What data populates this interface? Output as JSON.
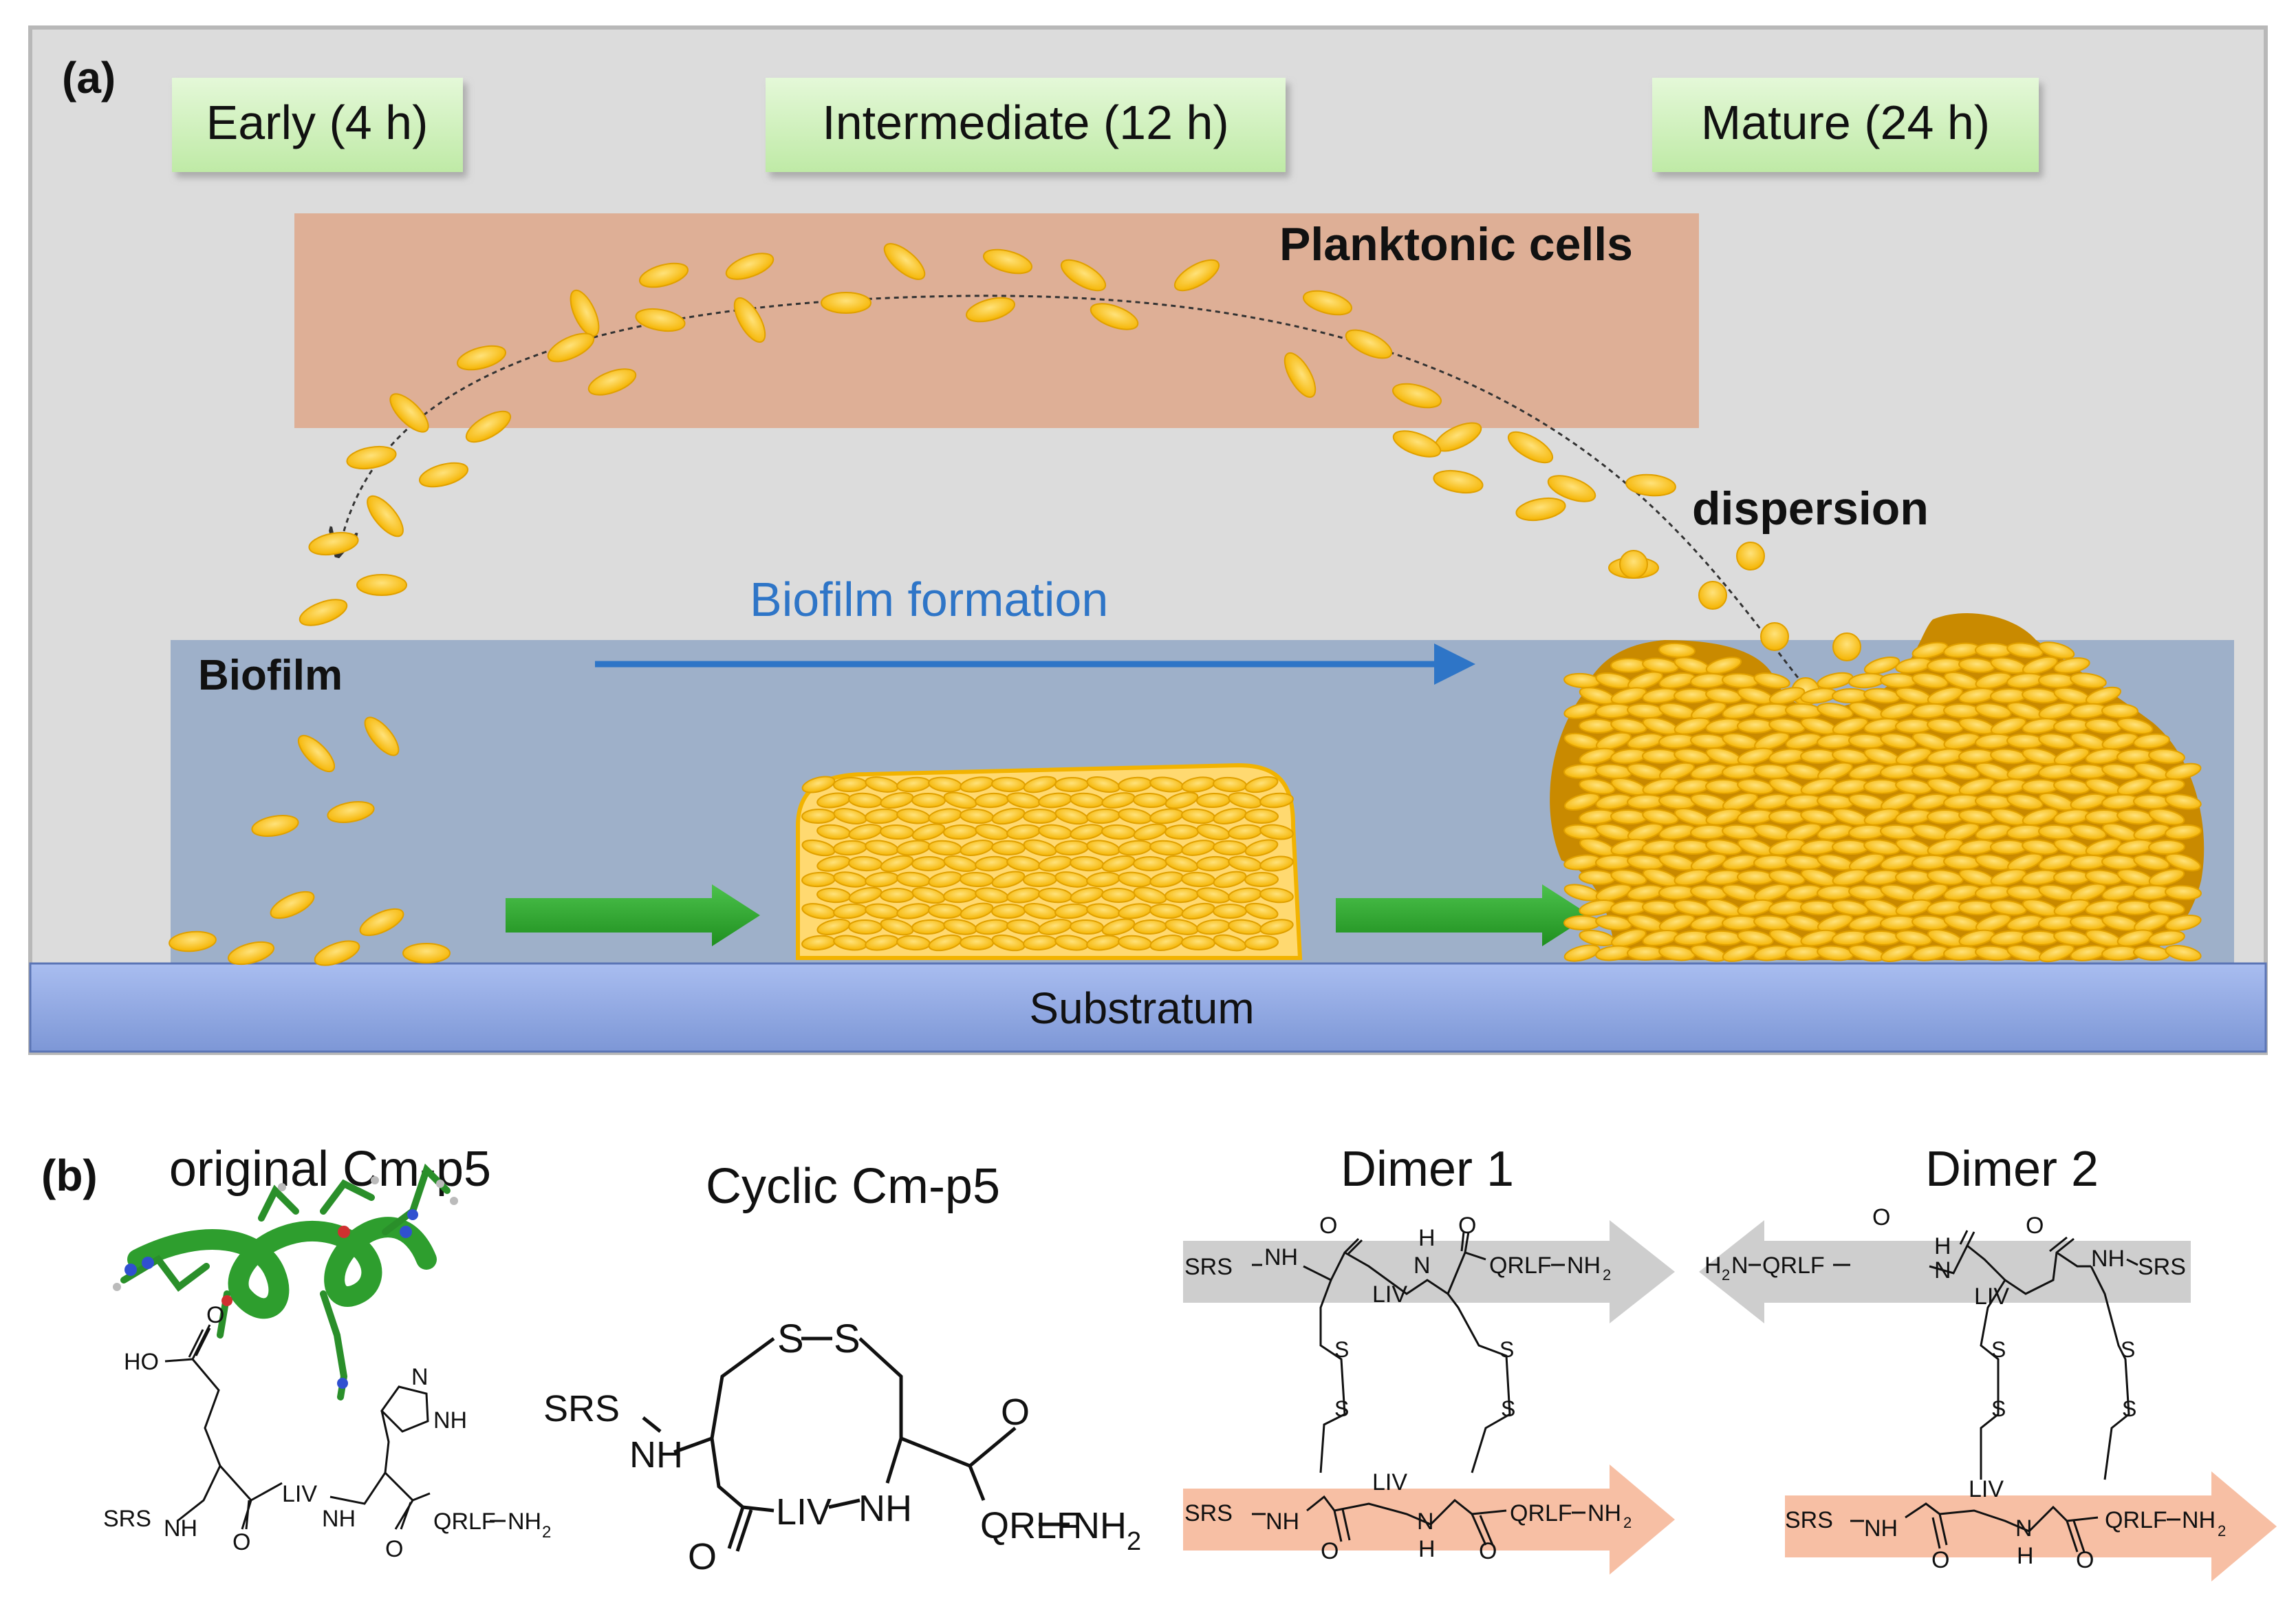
{
  "panel_a": {
    "label": "(a)",
    "stages": [
      {
        "label": "Early (4 h)"
      },
      {
        "label": "Intermediate (12 h)"
      },
      {
        "label": "Mature (24 h)"
      }
    ],
    "planktonic_label": "Planktonic cells",
    "dispersion_label": "dispersion",
    "biofilm_formation_label": "Biofilm formation",
    "biofilm_label": "Biofilm",
    "substratum_label": "Substratum",
    "colors": {
      "background": "#dcdcdc",
      "planktonic_zone": "#deaf96",
      "biofilm_zone": "#9eb0c9",
      "substratum": "#8fa8e0",
      "cell": "#ffc000",
      "matrix": "#c98a00",
      "arrow_blue": "#2e75c7",
      "arrow_green": "#2ea62e"
    }
  },
  "panel_b": {
    "label": "(b)",
    "structures": [
      {
        "title": "original Cm-p5",
        "labels": {
          "ho": "HO",
          "o_top": "O",
          "nh_imid": "NH",
          "n_imid": "N",
          "srs": "SRS",
          "nh1": "NH",
          "liv": "LIV",
          "nh2": "NH",
          "qrlf": "QRLF",
          "nh2_tail": "NH",
          "sub2": "2",
          "o1": "O",
          "o2": "O"
        }
      },
      {
        "title": "Cyclic Cm-p5",
        "labels": {
          "s1": "S",
          "s2": "S",
          "srs": "SRS",
          "nh1": "NH",
          "liv": "LIV",
          "nh2": "NH",
          "o1": "O",
          "o2": "O",
          "qrlf": "QRLF",
          "nh2_tail": "NH",
          "sub2": "2"
        }
      },
      {
        "title": "Dimer 1",
        "labels": {
          "srs_top": "SRS",
          "nh_top": "NH",
          "o_t1": "O",
          "h_t": "H",
          "n_t": "N",
          "o_t2": "O",
          "liv_top": "LIV",
          "qrlf_top": "QRLF",
          "nh_tail_top": "NH",
          "sub2_top": "2",
          "s": "S",
          "srs_bot": "SRS",
          "nh_bot": "NH",
          "liv_bot": "LIV",
          "n_b": "N",
          "h_b": "H",
          "o_b1": "O",
          "o_b2": "O",
          "qrlf_bot": "QRLF",
          "nh_tail_bot": "NH",
          "sub2_bot": "2"
        }
      },
      {
        "title": "Dimer 2",
        "labels": {
          "h2n": "H",
          "sub2_h2n": "2",
          "n_h2n": "N",
          "qrlf_top": "QRLF",
          "o_t1": "O",
          "h_t": "H",
          "n_t": "N",
          "liv_top": "LIV",
          "o_t2": "O",
          "nh_srs": "NH",
          "srs_top": "SRS",
          "s": "S",
          "srs_bot": "SRS",
          "nh_bot": "NH",
          "liv_bot": "LIV",
          "n_b": "N",
          "h_b": "H",
          "o_b1": "O",
          "o_b2": "O",
          "qrlf_bot": "QRLF",
          "nh_tail_bot": "NH",
          "sub2_bot": "2"
        }
      }
    ]
  }
}
